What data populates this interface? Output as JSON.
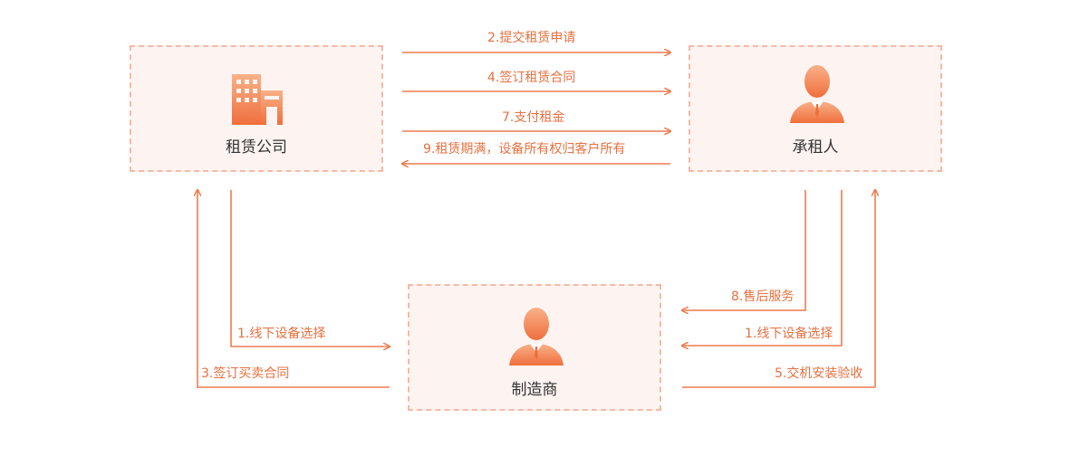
{
  "nodes": {
    "company": {
      "label": "租赁公司",
      "icon": "building-icon"
    },
    "lessee": {
      "label": "承租人",
      "icon": "person-icon"
    },
    "manufacturer": {
      "label": "制造商",
      "icon": "person-icon"
    }
  },
  "arrows": {
    "a2": "2.提交租赁申请",
    "a4": "4.签订租赁合同",
    "a7": "7.支付租金",
    "a9": "9.租赁期满，设备所有权归客户所有",
    "company_select": "1.线下设备选择",
    "company_contract": "3.签订买卖合同",
    "service": "8.售后服务",
    "lessee_select": "1.线下设备选择",
    "acceptance": "5.交机安装验收"
  },
  "colors": {
    "line": "#ee7c4e",
    "box_border": "#f5b9a5",
    "box_fill": "#fdf4f2",
    "icon_top": "#f9b189",
    "icon_bottom": "#ef6f3c"
  }
}
